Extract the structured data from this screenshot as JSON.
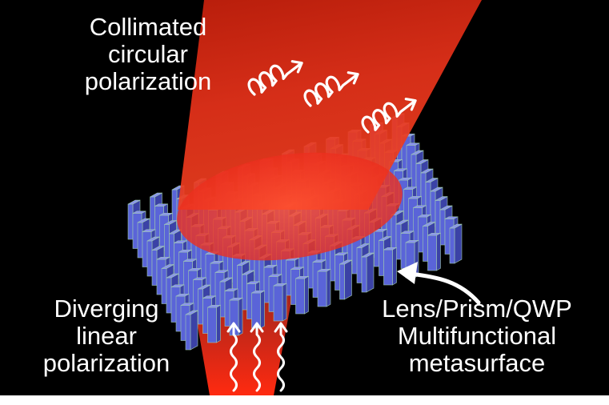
{
  "labels": {
    "collimated": [
      "Collimated",
      "circular",
      "polarization"
    ],
    "diverging": [
      "Diverging",
      "linear",
      "polarization"
    ],
    "metasurface": [
      "Lens/Prism/QWP",
      "Multifunctional",
      "metasurface"
    ]
  },
  "colors": {
    "background": "#000000",
    "frame": "#ffffff",
    "beam": "#e8321a",
    "pillar_front": "#5a64d8",
    "pillar_side": "#3b42a6",
    "pillar_top": "#8a92f0",
    "pillar_edge": "#9ec8b0",
    "text": "#ffffff"
  },
  "icons": [
    "spiral-arrow-icon",
    "wavy-arrow-icon",
    "pointer-arrow-icon"
  ]
}
